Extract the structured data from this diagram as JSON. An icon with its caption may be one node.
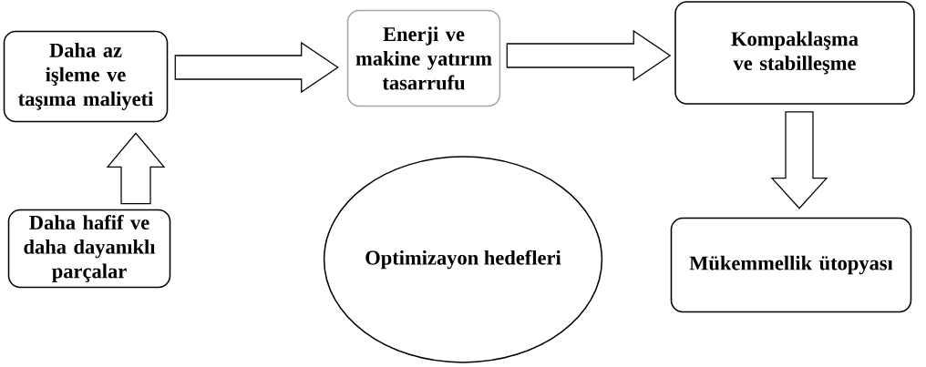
{
  "diagram": {
    "nodes": [
      {
        "text": [
          "Daha az işleme ve taşıma maliyeti"
        ]
      },
      {
        "text": [
          "Enerji ve makine yatırım tasarrufu"
        ]
      },
      {
        "text": [
          "Kompaklaşma ve stabilleşme"
        ]
      },
      {
        "text": [
          "Daha hafif ve daha dayanıklı parçalar"
        ]
      },
      {
        "text": [
          "Optimizayon hedefleri"
        ]
      },
      {
        "text": [
          "Mükemmellik ütopyası"
        ]
      }
    ],
    "edges": [
      {
        "from": 3,
        "to": 0,
        "arrow": "to"
      },
      {
        "from": 0,
        "to": 1,
        "arrow": "to"
      },
      {
        "from": 1,
        "to": 2,
        "arrow": "to"
      },
      {
        "from": 2,
        "to": 5,
        "arrow": "to"
      }
    ]
  }
}
